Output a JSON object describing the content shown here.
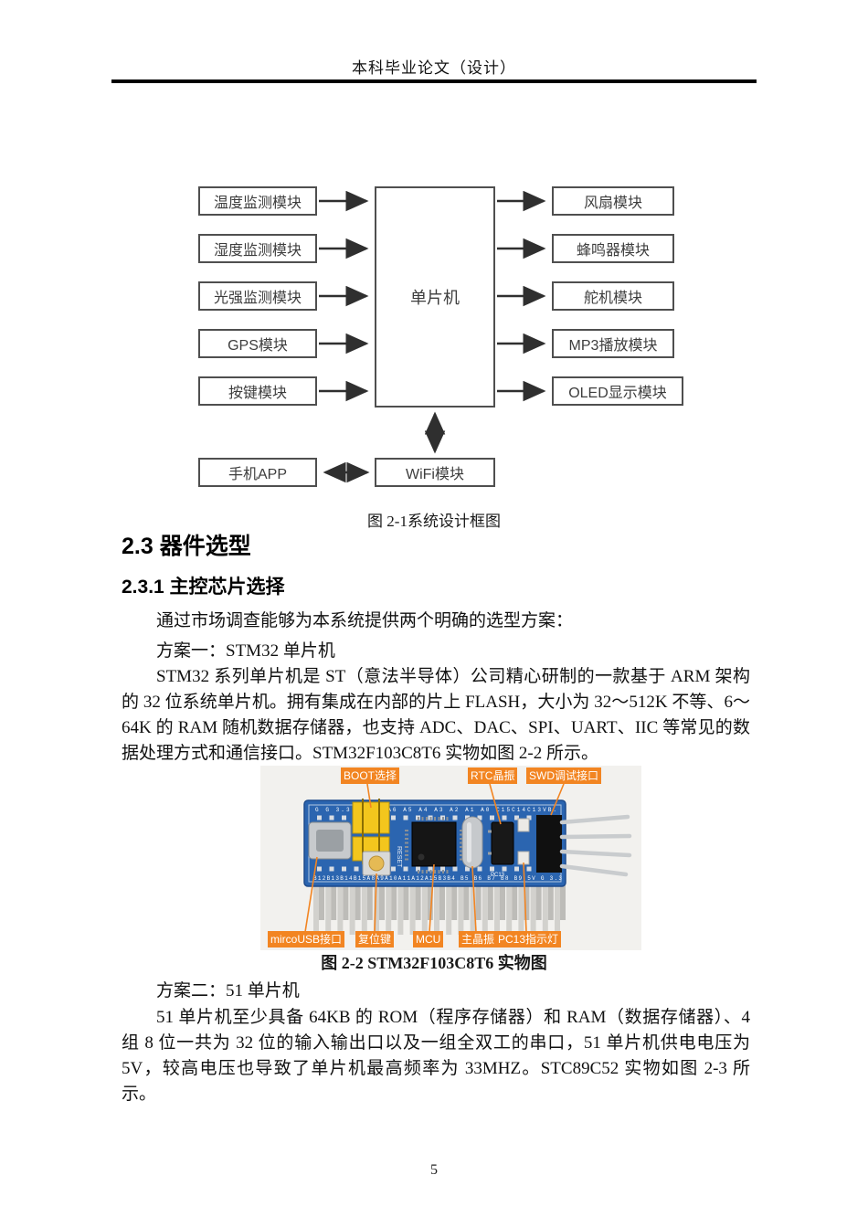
{
  "header": {
    "title": "本科毕业论文（设计）"
  },
  "diagram": {
    "left_modules": [
      "温度监测模块",
      "湿度监测模块",
      "光强监测模块",
      "GPS模块",
      "按键模块"
    ],
    "right_modules": [
      "风扇模块",
      "蜂鸣器模块",
      "舵机模块",
      "MP3播放模块",
      "OLED显示模块"
    ],
    "center": "单片机",
    "bottom_left": "手机APP",
    "bottom_center": "WiFi模块",
    "caption": "图 2-1系统设计框图"
  },
  "sections": {
    "h1": "2.3 器件选型",
    "h2": "2.3.1 主控芯片选择"
  },
  "paragraphs": {
    "intro": "通过市场调查能够为本系统提供两个明确的选型方案：",
    "plan1_title": "方案一：STM32 单片机",
    "plan1_body": "STM32 系列单片机是 ST（意法半导体）公司精心研制的一款基于 ARM 架构的 32 位系统单片机。拥有集成在内部的片上 FLASH，大小为 32～512K 不等、6～64K 的 RAM 随机数据存储器，也支持 ADC、DAC、SPI、UART、IIC 等常见的数据处理方式和通信接口。STM32F103C8T6 实物如图 2-2 所示。",
    "plan2_title": "方案二：51 单片机",
    "plan2_body": "51 单片机至少具备 64KB 的 ROM（程序存储器）和 RAM（数据存储器）、4 组 8 位一共为 32 位的输入输出口以及一组全双工的串口，51 单片机供电电压为 5V，较高电压也导致了单片机最高频率为 33MHZ。STC89C52 实物如图 2-3 所示。"
  },
  "figure2": {
    "caption": "图 2-2 STM32F103C8T6 实物图",
    "label_boot": "BOOT选择",
    "label_rtc": "RTC晶振",
    "label_swd": "SWD调试接口",
    "label_usb": "mircoUSB接口",
    "label_reset": "复位键",
    "label_mcu": "MCU",
    "label_xtal": "主晶振",
    "label_pc13": "PC13指示灯",
    "silk_reset": "RESET",
    "silk_pc13": "PC13",
    "pins_top": "G G 3.3 B0 A7 A6 A5 A4 A3 A2 A1 A0 C15C14C13VB.",
    "pins_bottom": "B12B13B14B15A8A9A10A11A12A15B3B4 B5 B6 B7 B8 B9 5V G 3.3"
  },
  "footer": {
    "page_number": "5"
  },
  "colors": {
    "accent_orange": "#F28522",
    "pcb_blue": "#2B65B0",
    "jumper_yellow": "#F3C61D",
    "arrow_gray": "#2F2F2F"
  }
}
